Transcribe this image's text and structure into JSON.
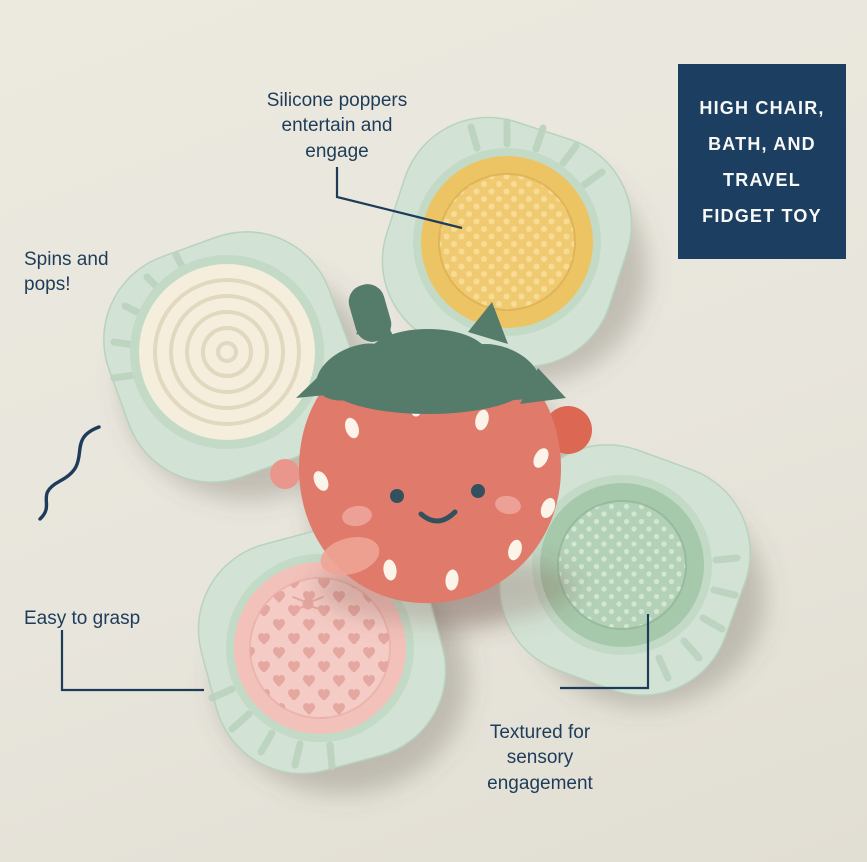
{
  "badge": {
    "text": "HIGH CHAIR,\nBATH, AND\nTRAVEL\nFIDGET TOY"
  },
  "annotations": {
    "silicone": {
      "text": "Silicone poppers\nentertain and\nengage"
    },
    "spins": {
      "text": "Spins and\npops!"
    },
    "grasp": {
      "text": "Easy to grasp"
    },
    "textured": {
      "text": "Textured for\nsensory\nengagement"
    }
  },
  "toy": {
    "center": "strawberry-face-spinner",
    "poppers": [
      "cream-concentric-rings",
      "yellow-bumps",
      "green-dots",
      "pink-hearts"
    ]
  },
  "colors": {
    "background": "#eceadf",
    "text_navy": "#1e3c59",
    "badge_bg": "#1c3e60",
    "badge_text": "#f7f8f7",
    "petal_mint": "#d2e3d5",
    "petal_edge": "#b9d2be",
    "petal_well": "#c3dac7",
    "popper_cream": "#f5eedd",
    "cream_ring": "#e1d8bf",
    "popper_yellow": "#edc464",
    "yellow_dome": "#f0ca70",
    "yellow_dot": "#f8dc95",
    "yellow_edge": "#d9ad50",
    "popper_green": "#a6c8ab",
    "green_dome": "#b2d1b7",
    "green_dot": "#d2e6d3",
    "green_edge": "#8fb496",
    "popper_pink": "#f2c2ba",
    "pink_dome": "#f5ccc5",
    "pink_heart": "#e4a8a1",
    "berry": "#e07a6b",
    "berry_blush": "#efa495",
    "seed": "#fcf4e8",
    "leaf": "#557b6a",
    "face": "#32505d",
    "cheek": "#efa89d",
    "nub": "#dc6752"
  }
}
